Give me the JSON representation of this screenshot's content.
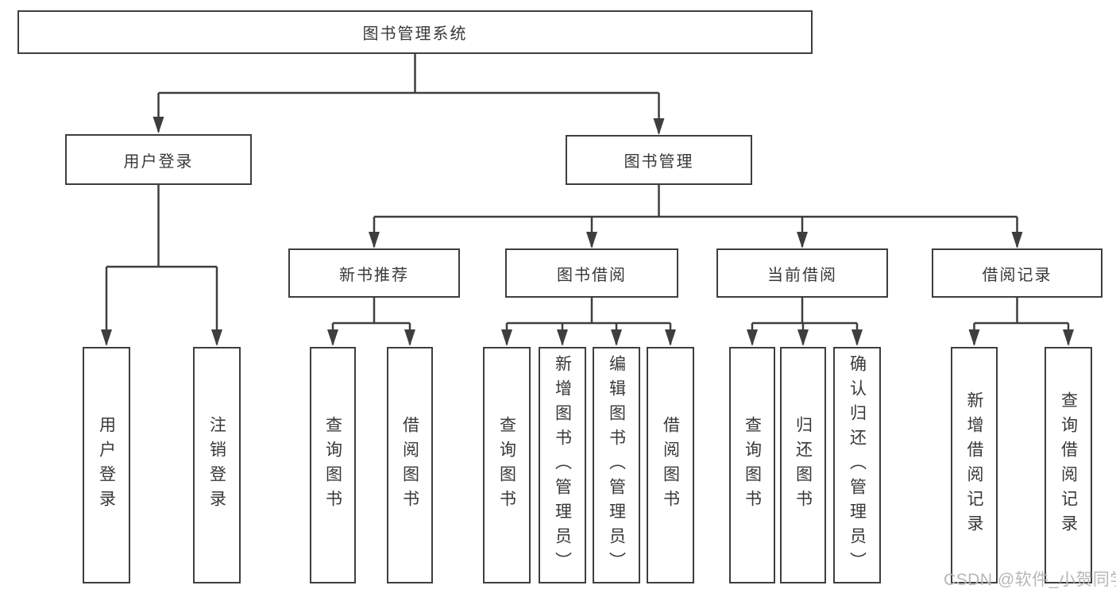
{
  "appearance": {
    "line_color": "#3e3e3e",
    "text_color": "#383838",
    "background_color": "#ffffff",
    "watermark_color": "#b7b7b7"
  },
  "tree": {
    "root": {
      "label": "图书管理系统",
      "children": [
        {
          "label": "用户登录",
          "children": [
            {
              "label": "用户登录"
            },
            {
              "label": "注销登录"
            }
          ]
        },
        {
          "label": "图书管理",
          "children": [
            {
              "label": "新书推荐",
              "children": [
                {
                  "label": "查询图书"
                },
                {
                  "label": "借阅图书"
                }
              ]
            },
            {
              "label": "图书借阅",
              "children": [
                {
                  "label": "查询图书"
                },
                {
                  "label": "新增图书（管理员）"
                },
                {
                  "label": "编辑图书（管理员）"
                },
                {
                  "label": "借阅图书"
                }
              ]
            },
            {
              "label": "当前借阅",
              "children": [
                {
                  "label": "查询图书"
                },
                {
                  "label": "归还图书"
                },
                {
                  "label": "确认归还（管理员）"
                }
              ]
            },
            {
              "label": "借阅记录",
              "children": [
                {
                  "label": "新增借阅记录"
                },
                {
                  "label": "查询借阅记录"
                }
              ]
            }
          ]
        }
      ]
    }
  },
  "watermark": {
    "text": "CSDN @软件_小贺同学"
  }
}
